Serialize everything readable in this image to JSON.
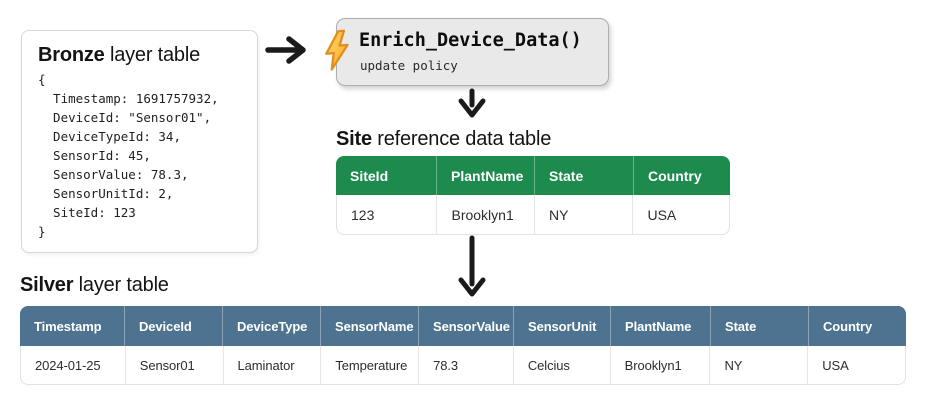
{
  "colors": {
    "site_header": "#1d8a4e",
    "silver_header": "#4d7390",
    "arrow": "#1a1a1a",
    "bolt_fill_light": "#ffd96a",
    "bolt_fill_dark": "#ffa726",
    "bolt_outline": "#e08f1f"
  },
  "icons": {
    "lightning": "⚡",
    "arrow_right": "→",
    "arrow_down": "↓"
  },
  "bronze": {
    "title_bold": "Bronze",
    "title_rest": " layer table",
    "code": "{\n  Timestamp: 1691757932,\n  DeviceId: \"Sensor01\",\n  DeviceTypeId: 34,\n  SensorId: 45,\n  SensorValue: 78.3,\n  SensorUnitId: 2,\n  SiteId: 123\n}"
  },
  "function_box": {
    "name": "Enrich_Device_Data()",
    "subtitle": "update policy"
  },
  "site_table": {
    "title_bold": "Site",
    "title_rest": " reference data table",
    "columns": [
      "SiteId",
      "PlantName",
      "State",
      "Country"
    ],
    "rows": [
      [
        "123",
        "Brooklyn1",
        "NY",
        "USA"
      ]
    ]
  },
  "silver_table": {
    "title_bold": "Silver",
    "title_rest": " layer table",
    "columns": [
      "Timestamp",
      "DeviceId",
      "DeviceType",
      "SensorName",
      "SensorValue",
      "SensorUnit",
      "PlantName",
      "State",
      "Country"
    ],
    "rows": [
      [
        "2024-01-25",
        "Sensor01",
        "Laminator",
        "Temperature",
        "78.3",
        "Celcius",
        "Brooklyn1",
        "NY",
        "USA"
      ]
    ]
  }
}
